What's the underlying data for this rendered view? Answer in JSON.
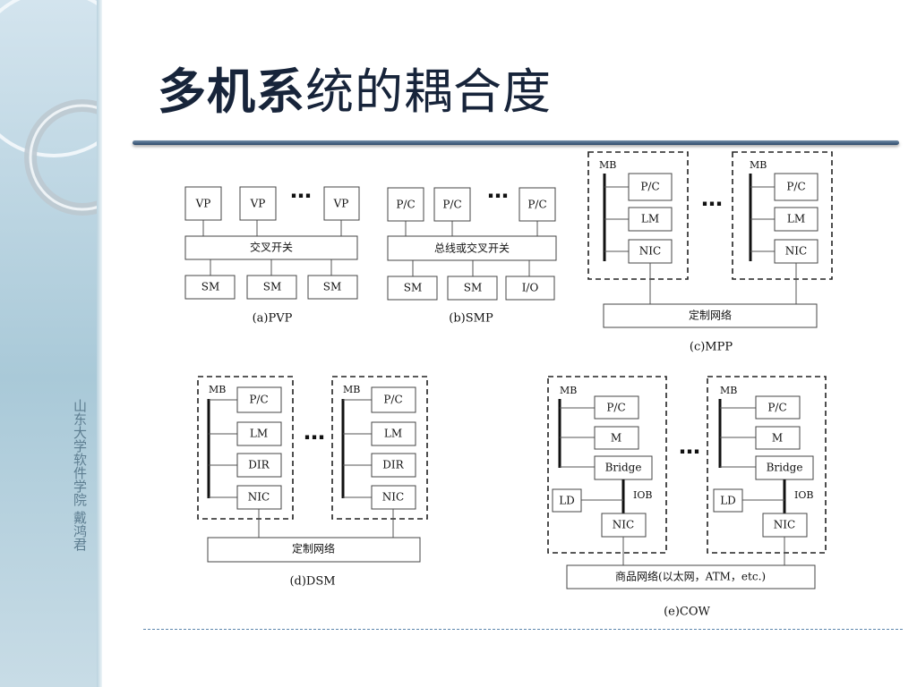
{
  "slide": {
    "title_bold": "多机系",
    "title_rest": "统的耦合度",
    "author": "山东大学软件学院 戴鸿君"
  },
  "diagrams": {
    "ellipsis": "⋯",
    "pvp": {
      "processors": [
        "VP",
        "VP",
        "VP"
      ],
      "switch": "交叉开关",
      "memories": [
        "SM",
        "SM",
        "SM"
      ],
      "caption": "(a)PVP"
    },
    "smp": {
      "processors": [
        "P/C",
        "P/C",
        "P/C"
      ],
      "switch": "总线或交叉开关",
      "memories": [
        "SM",
        "SM",
        "I/O"
      ],
      "caption": "(b)SMP"
    },
    "mpp": {
      "bus": "MB",
      "modules": [
        "P/C",
        "LM",
        "NIC"
      ],
      "network": "定制网络",
      "caption": "(c)MPP"
    },
    "dsm": {
      "bus": "MB",
      "modules": [
        "P/C",
        "LM",
        "DIR",
        "NIC"
      ],
      "network": "定制网络",
      "caption": "(d)DSM"
    },
    "cow": {
      "bus": "MB",
      "modules": [
        "P/C",
        "M",
        "Bridge"
      ],
      "ld": "LD",
      "iob": "IOB",
      "nic": "NIC",
      "network": "商品网络(以太网，ATM，etc.)",
      "caption": "(e)COW"
    }
  }
}
